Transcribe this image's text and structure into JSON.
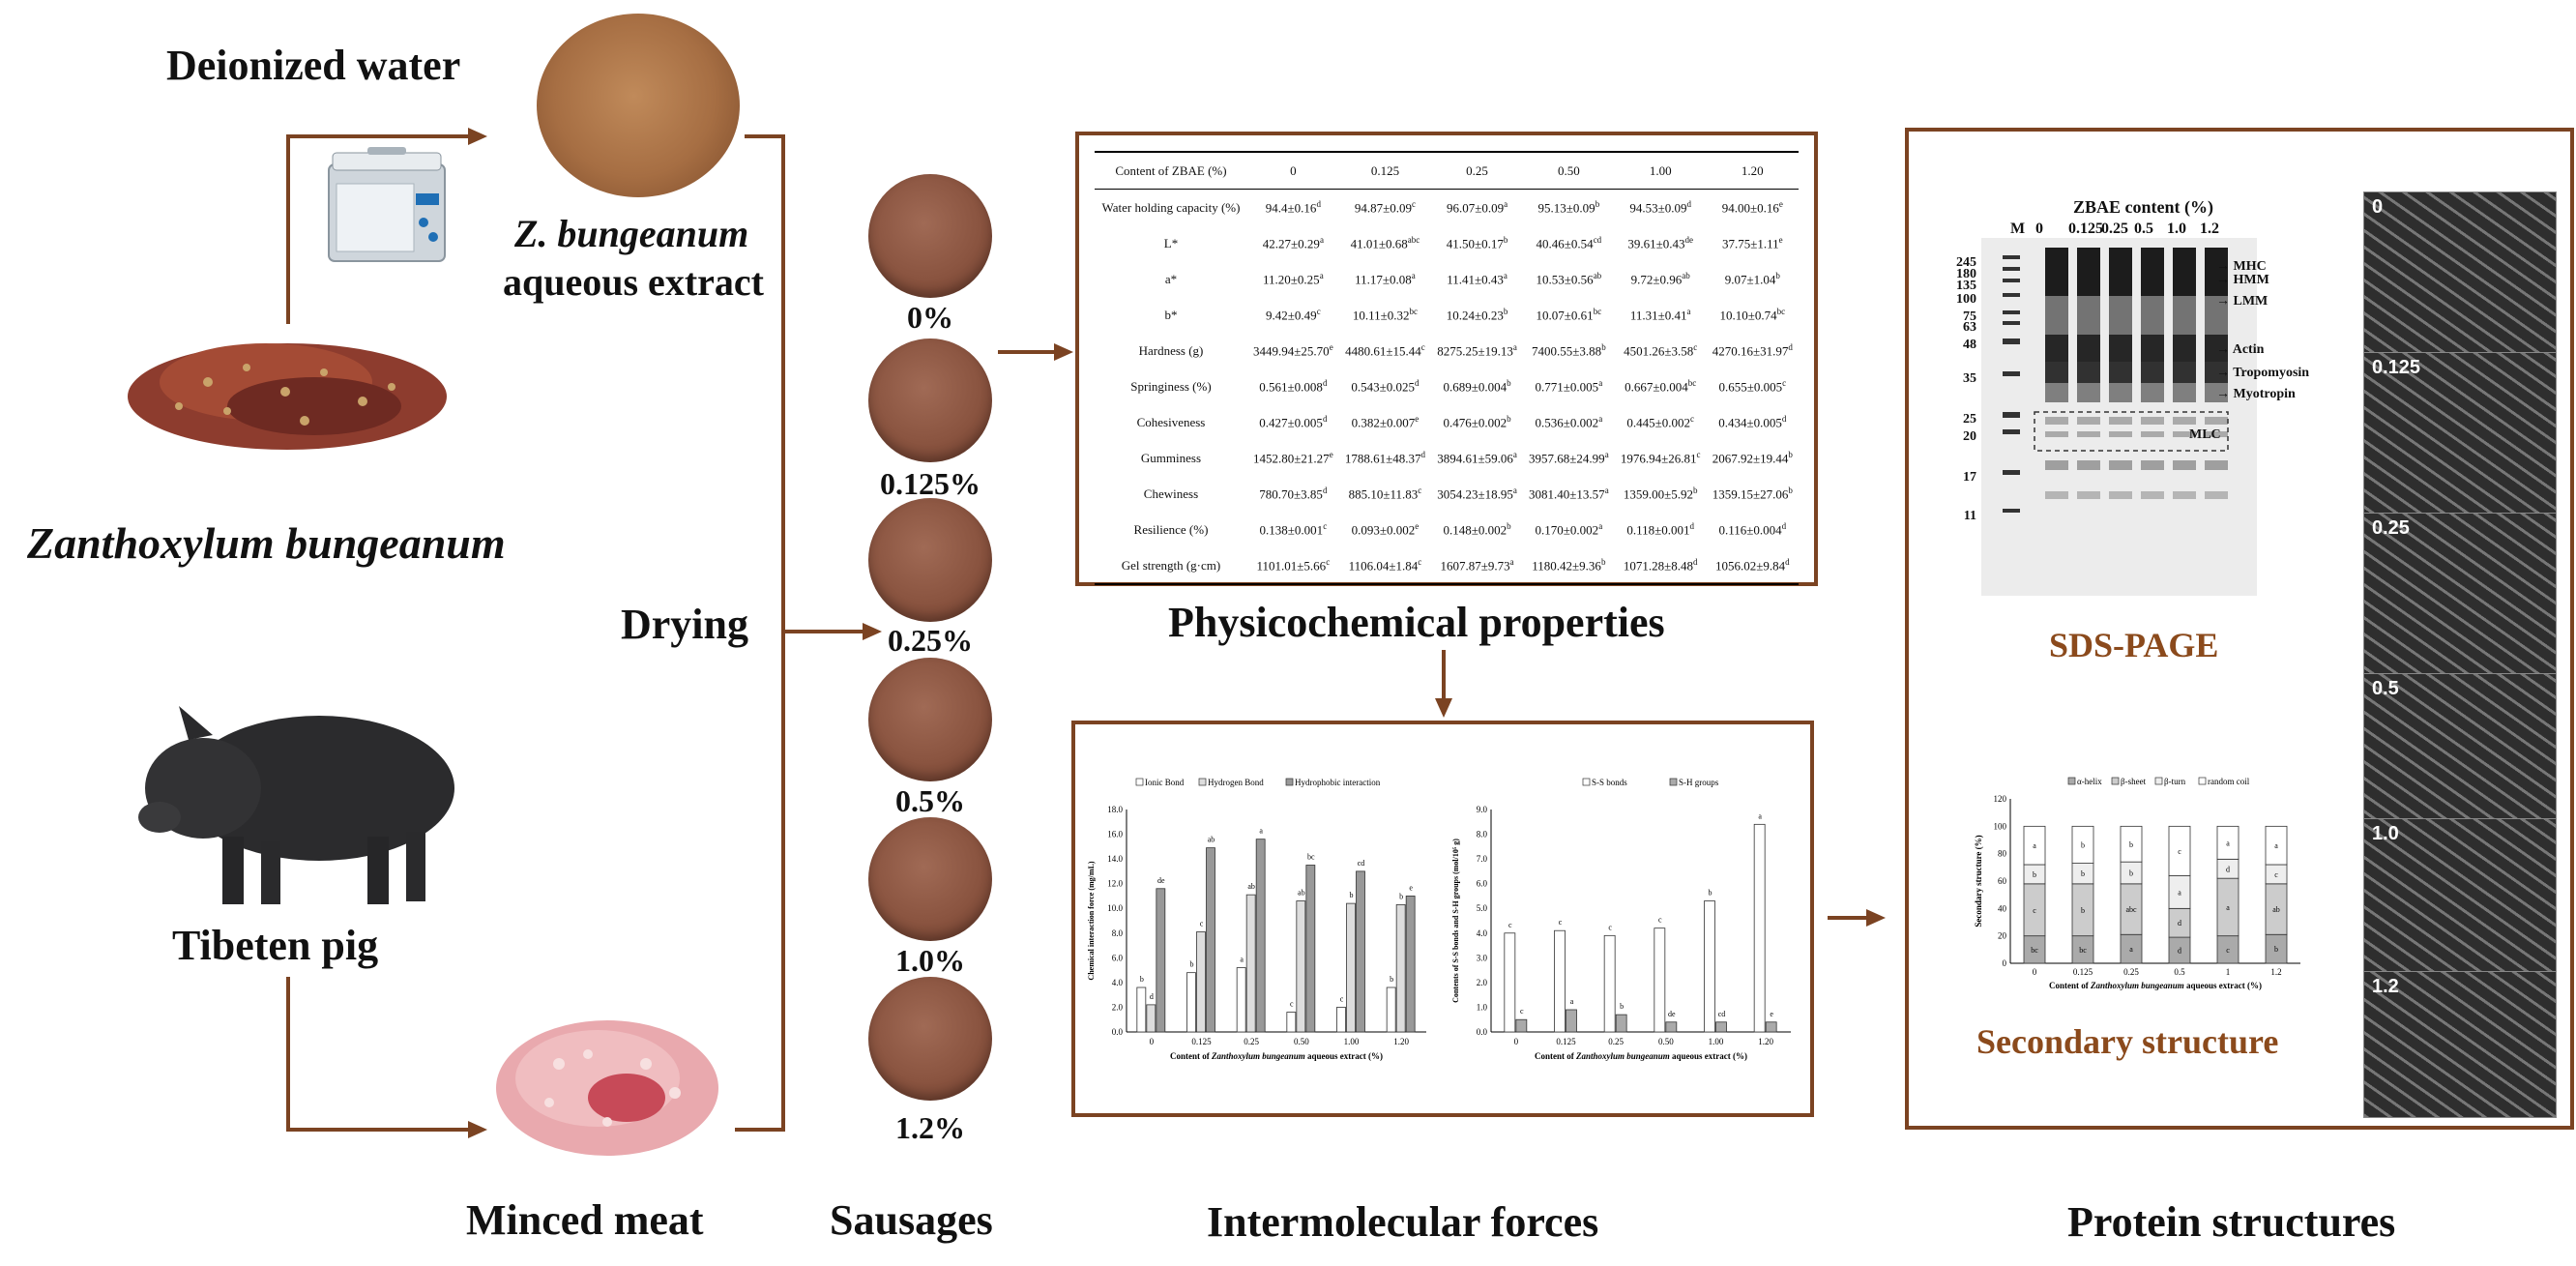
{
  "labels": {
    "deionized_water": "Deionized water",
    "extract_line1": "Z. bungeanum",
    "extract_line2": "aqueous extract",
    "zanthoxylum": "Zanthoxylum bungeanum",
    "drying": "Drying",
    "tibetan_pig": "Tibeten pig",
    "minced_meat": "Minced meat",
    "sausages": "Sausages",
    "physicochemical": "Physicochemical properties",
    "intermolecular": "Intermolecular forces",
    "protein_structures": "Protein structures",
    "sds_page": "SDS-PAGE",
    "secondary_structure": "Secondary structure"
  },
  "sausage_levels": [
    "0%",
    "0.125%",
    "0.25%",
    "0.5%",
    "1.0%",
    "1.2%"
  ],
  "table": {
    "headers": [
      "Content of ZBAE (%)",
      "0",
      "0.125",
      "0.25",
      "0.50",
      "1.00",
      "1.20"
    ],
    "rows": [
      [
        "Water holding capacity (%)",
        "94.4±0.16d",
        "94.87±0.09c",
        "96.07±0.09a",
        "95.13±0.09b",
        "94.53±0.09d",
        "94.00±0.16e"
      ],
      [
        "L*",
        "42.27±0.29a",
        "41.01±0.68abc",
        "41.50±0.17b",
        "40.46±0.54cd",
        "39.61±0.43de",
        "37.75±1.11e"
      ],
      [
        "a*",
        "11.20±0.25a",
        "11.17±0.08a",
        "11.41±0.43a",
        "10.53±0.56ab",
        "9.72±0.96ab",
        "9.07±1.04b"
      ],
      [
        "b*",
        "9.42±0.49c",
        "10.11±0.32bc",
        "10.24±0.23b",
        "10.07±0.61bc",
        "11.31±0.41a",
        "10.10±0.74bc"
      ],
      [
        "Hardness (g)",
        "3449.94±25.70e",
        "4480.61±15.44c",
        "8275.25±19.13a",
        "7400.55±3.88b",
        "4501.26±3.58c",
        "4270.16±31.97d"
      ],
      [
        "Springiness (%)",
        "0.561±0.008d",
        "0.543±0.025d",
        "0.689±0.004b",
        "0.771±0.005a",
        "0.667±0.004bc",
        "0.655±0.005c"
      ],
      [
        "Cohesiveness",
        "0.427±0.005d",
        "0.382±0.007e",
        "0.476±0.002b",
        "0.536±0.002a",
        "0.445±0.002c",
        "0.434±0.005d"
      ],
      [
        "Gumminess",
        "1452.80±21.27e",
        "1788.61±48.37d",
        "3894.61±59.06a",
        "3957.68±24.99a",
        "1976.94±26.81c",
        "2067.92±19.44b"
      ],
      [
        "Chewiness",
        "780.70±3.85d",
        "885.10±11.83c",
        "3054.23±18.95a",
        "3081.40±13.57a",
        "1359.00±5.92b",
        "1359.15±27.06b"
      ],
      [
        "Resilience (%)",
        "0.138±0.001c",
        "0.093±0.002e",
        "0.148±0.002b",
        "0.170±0.002a",
        "0.118±0.001d",
        "0.116±0.004d"
      ],
      [
        "Gel strength (g·cm)",
        "1101.01±5.66c",
        "1106.04±1.84c",
        "1607.87±9.73a",
        "1180.42±9.36b",
        "1071.28±8.48d",
        "1056.02±9.84d"
      ]
    ]
  },
  "sds": {
    "title": "ZBAE content (%)",
    "lanes": [
      "M",
      "0",
      "0.125",
      "0.25",
      "0.5",
      "1.0",
      "1.2"
    ],
    "markers": [
      "245",
      "180",
      "135",
      "100",
      "75",
      "63",
      "48",
      "35",
      "25",
      "20",
      "17",
      "11"
    ],
    "bands": [
      "MHC",
      "HMM",
      "LMM",
      "Actin",
      "Tropomyosin",
      "Myotropin",
      "MLC"
    ]
  },
  "sem_labels": [
    "0",
    "0.125",
    "0.25",
    "0.5",
    "1.0",
    "1.2"
  ],
  "chart_data": [
    {
      "type": "bar",
      "ylabel": "Chemical interaction force (mg/mL)",
      "xlabel_prefix": "Content of ",
      "xlabel_ital": "Zanthoxylum bungeanum",
      "xlabel_suffix": " aqueous extract (%)",
      "categories": [
        "0",
        "0.125",
        "0.25",
        "0.50",
        "1.00",
        "1.20"
      ],
      "ylim": [
        0,
        18
      ],
      "yticks": [
        "0.0",
        "2.0",
        "4.0",
        "6.0",
        "8.0",
        "10.0",
        "12.0",
        "14.0",
        "16.0",
        "18.0"
      ],
      "series": [
        {
          "name": "Ionic Bond",
          "values": [
            3.6,
            4.8,
            5.2,
            1.6,
            2.0,
            3.6
          ],
          "letters": [
            "b",
            "b",
            "a",
            "c",
            "c",
            "b"
          ],
          "color": "#ffffff"
        },
        {
          "name": "Hydrogen Bond",
          "values": [
            2.2,
            8.1,
            11.1,
            10.6,
            10.4,
            10.3
          ],
          "letters": [
            "d",
            "c",
            "ab",
            "ab",
            "b",
            "b"
          ],
          "color": "#dddddd"
        },
        {
          "name": "Hydrophobic interaction",
          "values": [
            11.6,
            14.9,
            15.6,
            13.5,
            13.0,
            11.0
          ],
          "letters": [
            "de",
            "ab",
            "a",
            "bc",
            "cd",
            "e"
          ],
          "color": "#999999"
        }
      ]
    },
    {
      "type": "bar",
      "ylabel": "Contents of S-S bonds and S-H groups (mol/10⁵ g)",
      "xlabel_prefix": "Content of ",
      "xlabel_ital": "Zanthoxylum bungeanum",
      "xlabel_suffix": " aqueous extract (%)",
      "categories": [
        "0",
        "0.125",
        "0.25",
        "0.50",
        "1.00",
        "1.20"
      ],
      "ylim": [
        0,
        9
      ],
      "yticks": [
        "0.0",
        "1.0",
        "2.0",
        "3.0",
        "4.0",
        "5.0",
        "6.0",
        "7.0",
        "8.0",
        "9.0"
      ],
      "series": [
        {
          "name": "S-S bonds",
          "values": [
            4.0,
            4.1,
            3.9,
            4.2,
            5.3,
            8.4
          ],
          "letters": [
            "c",
            "c",
            "c",
            "c",
            "b",
            "a"
          ],
          "color": "#ffffff"
        },
        {
          "name": "S-H groups",
          "values": [
            0.5,
            0.9,
            0.7,
            0.4,
            0.4,
            0.4
          ],
          "letters": [
            "c",
            "a",
            "b",
            "de",
            "cd",
            "e"
          ],
          "color": "#aaaaaa"
        }
      ]
    },
    {
      "type": "bar",
      "stacked": true,
      "ylabel": "Secondary structure (%)",
      "xlabel_prefix": "Content of ",
      "xlabel_ital": "Zanthoxylum bungeanum",
      "xlabel_suffix": " aqueous extract (%)",
      "categories": [
        "0",
        "0.125",
        "0.25",
        "0.5",
        "1",
        "1.2"
      ],
      "ylim": [
        0,
        120
      ],
      "yticks": [
        "0",
        "20",
        "40",
        "60",
        "80",
        "100",
        "120"
      ],
      "series": [
        {
          "name": "α-helix",
          "values": [
            20,
            20,
            21,
            19,
            20,
            21
          ],
          "letters": [
            "bc",
            "bc",
            "a",
            "d",
            "c",
            "b"
          ],
          "color": "#aaaaaa"
        },
        {
          "name": "β-sheet",
          "values": [
            38,
            38,
            37,
            21,
            42,
            37
          ],
          "letters": [
            "c",
            "b",
            "abc",
            "d",
            "a",
            "ab"
          ],
          "color": "#cccccc"
        },
        {
          "name": "β-turn",
          "values": [
            14,
            15,
            16,
            24,
            14,
            14
          ],
          "letters": [
            "b",
            "b",
            "b",
            "a",
            "d",
            "c"
          ],
          "color": "#eeeeee"
        },
        {
          "name": "random coil",
          "values": [
            28,
            27,
            26,
            36,
            24,
            28
          ],
          "letters": [
            "a",
            "b",
            "b",
            "c",
            "a",
            "a"
          ],
          "color": "#ffffff"
        }
      ]
    }
  ]
}
